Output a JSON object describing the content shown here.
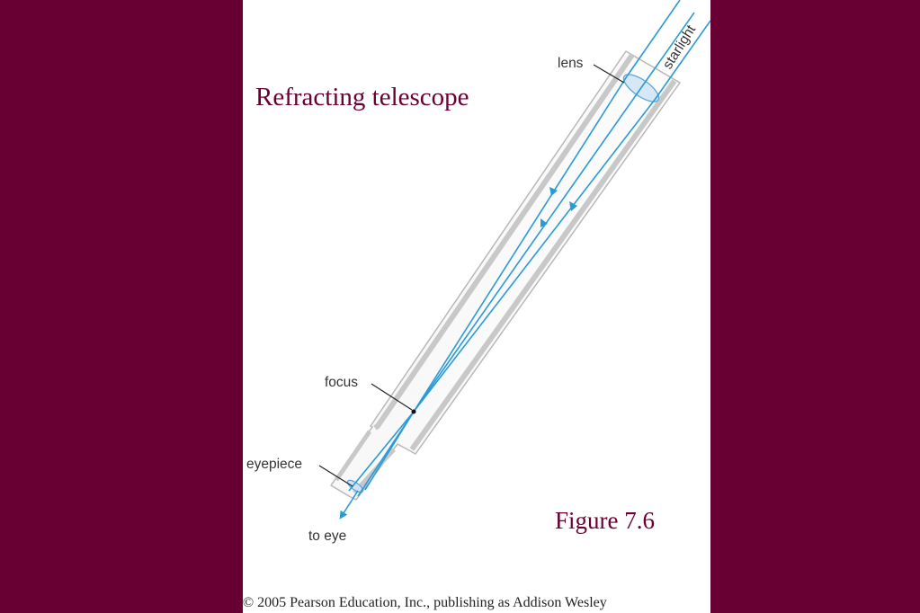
{
  "title": "Refracting telescope",
  "figure_label": "Figure 7.6",
  "copyright": "© 2005 Pearson Education, Inc., publishing as Addison Wesley",
  "labels": {
    "lens": "lens",
    "starlight": "starlight",
    "focus": "focus",
    "eyepiece": "eyepiece",
    "to_eye": "to eye"
  },
  "colors": {
    "background": "#680033",
    "text_accent": "#680033",
    "ray": "#2a9ad6",
    "tube": "#bdbdbd",
    "panel": "#ffffff"
  }
}
